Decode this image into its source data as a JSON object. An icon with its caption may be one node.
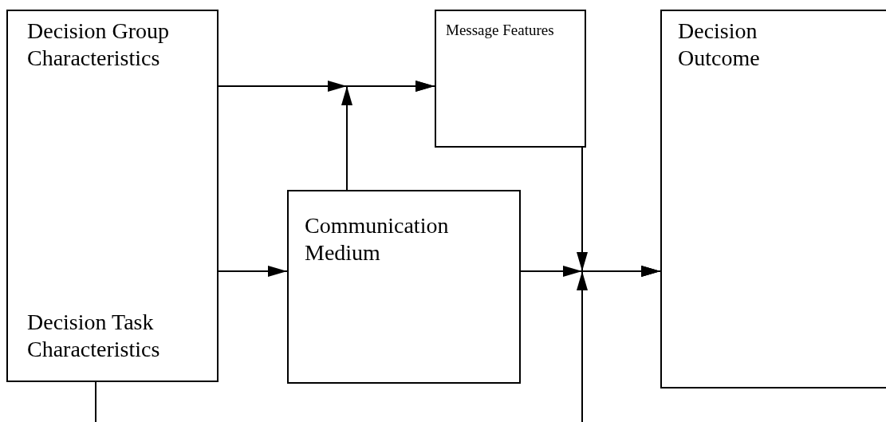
{
  "diagram": {
    "nodes": [
      {
        "text": [
          "Decision Group Characteristics",
          "Decision Task Characteristics"
        ]
      },
      {
        "text": [
          "Message Features"
        ]
      },
      {
        "text": [
          "Communication Medium"
        ]
      },
      {
        "text": [
          "Decision Outcome"
        ]
      }
    ],
    "edges": [
      {
        "from": 0,
        "to": 1,
        "arrow": "to"
      },
      {
        "from": 2,
        "to": 1,
        "arrow": "to"
      },
      {
        "from": 0,
        "to": 2,
        "arrow": "to"
      },
      {
        "from": 1,
        "to": 3,
        "arrow": "to"
      },
      {
        "from": 2,
        "to": 3,
        "arrow": "to"
      },
      {
        "from": 0,
        "to": 3,
        "arrow": "to"
      }
    ]
  }
}
